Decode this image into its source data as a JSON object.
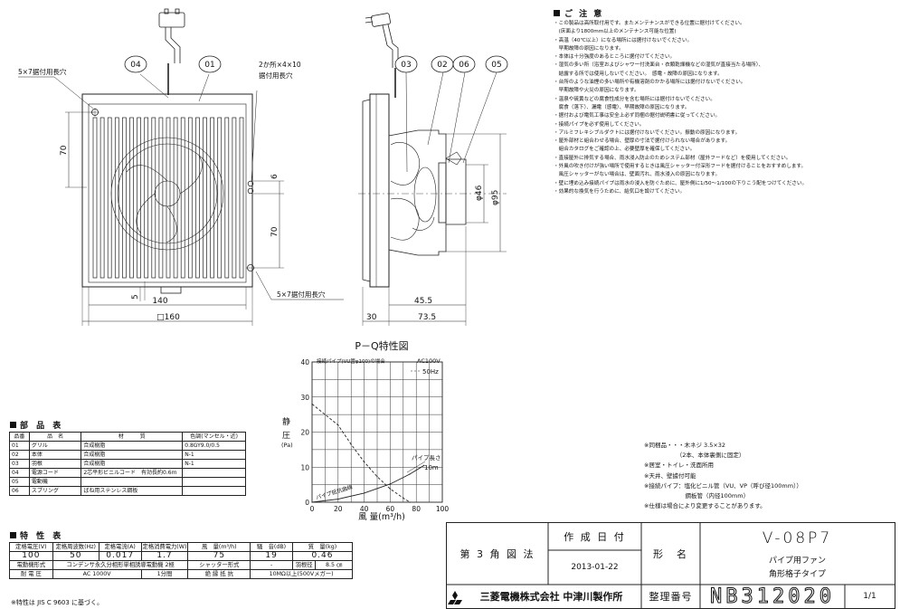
{
  "drawing": {
    "front": {
      "balloons": [
        "04",
        "01"
      ],
      "callout_left": "5×7据付用長穴",
      "callout_top_right": [
        "2か所×4×10",
        "据付用長穴"
      ],
      "callout_bottom_right": "5×7据付用長穴",
      "dims": {
        "h70_left": "70",
        "h6": "6",
        "h70_right": "70",
        "h5": "5",
        "w140": "140",
        "w160": "□160"
      }
    },
    "side": {
      "balloons": [
        "03",
        "02",
        "06",
        "05"
      ],
      "dims": {
        "phi46": "φ46",
        "phi95": "φ95",
        "d45_5": "45.5",
        "d30": "30",
        "d73_5": "73.5"
      }
    }
  },
  "notes": {
    "heading": "ご 注 意",
    "lines": [
      "・この製品は高所取付用です。またメンテナンスができる位置に据付けてください。",
      "　(床面より1800mm以上のメンテナンス可能な位置)",
      "・高温（40℃以上）になる場所には据付けないでください。",
      "　早期故障の原因になります。",
      "・本体は十分強度のあるところに据付けてください。",
      "・湿気の多い所（浴室およびシャワー付洗面台・衣類乾燥機などの湿気が直接当たる場所）、",
      "　結露する所では使用しないでください。　感電・故障の原因になります。",
      "・台所のような油煙の多い場所や有機溶剤のかかる場所には据付けないでください。",
      "　早期故障や火災の原因になります。",
      "・温泉や硫黄などの腐食性成分を含む場所には据付けないでください。",
      "　腐食（落下）、漏電（感電）、早期故障の原因になります。",
      "・据付および電気工事は安全上必ず同梱の据付説明書に従ってください。",
      "・接続パイプを必ず使用してください。",
      "・アルミフレキシブルダクトには据付けないでください。振動の原因になります。",
      "・屋外部材と組合わせる場合、壁厚の寸法で据付けられない場合があります。",
      "　組合カタログをご確認の上、必要壁厚を確保してください。",
      "・直接屋外に排気する場合、雨水浸入防止のためシステム部材（屋外フードなど）を使用してください。",
      "・外風の吹き付けが強い場所で使用するときは風圧シャッター付深形フードを据付けることをおすすめします。",
      "　風圧シャッターがない場合は、壁面汚れ、雨水浸入の原因になります。",
      "・壁に埋め込み接続パイプは雨水の浸入を防ぐために、屋外側に1/50～1/100の下りこう配をつけてください。",
      "・効果的な換気を行うために、給気口を設けてください。"
    ]
  },
  "pq_chart": {
    "title": "P－Q特性図",
    "condition": "接続パイプ(VU管φ100)の場合",
    "voltage": "AC100V",
    "legend": "50Hz",
    "annot_pipe": [
      "パイプ長さ",
      "10m"
    ],
    "annot_curve": "パイプ抵抗曲線",
    "ylabel": [
      "静",
      "圧",
      "(Pa)"
    ],
    "xlabel": "風 量(m³/h)"
  },
  "chart_data": {
    "type": "line",
    "title": "P－Q特性図",
    "xlabel": "風 量(m³/h)",
    "ylabel": "静圧(Pa)",
    "xlim": [
      0,
      100
    ],
    "ylim": [
      0,
      40
    ],
    "xticks": [
      "0",
      "20",
      "40",
      "60",
      "80",
      "100"
    ],
    "yticks": [
      "0",
      "10",
      "20",
      "30",
      "40"
    ],
    "grid": true,
    "series": [
      {
        "name": "50Hz",
        "x": [
          0,
          20,
          30,
          40,
          50,
          60,
          70,
          75
        ],
        "y": [
          28,
          22,
          16.5,
          11.5,
          7.3,
          3.8,
          1.2,
          0
        ]
      },
      {
        "name": "パイプ抵抗曲線",
        "x": [
          0,
          20,
          40,
          60,
          75,
          86
        ],
        "y": [
          0,
          0.9,
          2.6,
          5.2,
          8,
          10.5
        ]
      }
    ]
  },
  "parts_table": {
    "title": "部 品 表",
    "headers": [
      "品番",
      "品　名",
      "材　　　質",
      "色調(マンセル・近)"
    ],
    "rows": [
      [
        "01",
        "グリル",
        "合成樹脂",
        "0.8GY9.0/0.5"
      ],
      [
        "02",
        "本体",
        "合成樹脂",
        "N-1"
      ],
      [
        "03",
        "羽根",
        "合成樹脂",
        "N-1"
      ],
      [
        "04",
        "電源コード",
        "2芯平形ビニルコード　有効長約0.6m",
        ""
      ],
      [
        "05",
        "電動機",
        "",
        ""
      ],
      [
        "06",
        "スプリング",
        "ばね用ステンレス鋼板",
        ""
      ]
    ]
  },
  "spec_table": {
    "title": "特 性 表",
    "headers": [
      [
        "定格電圧",
        "(V)"
      ],
      [
        "定格周波数",
        "(Hz)"
      ],
      [
        "定格電流",
        "(A)"
      ],
      [
        "定格消費電力",
        "(W)"
      ],
      [
        "風　量",
        "(m³/h)"
      ],
      [
        "騒　音",
        "(dB)"
      ],
      [
        "質　量",
        "(kg)"
      ]
    ],
    "values": [
      "100",
      "50",
      "0.017",
      "1.7",
      "75",
      "19",
      "0.46"
    ],
    "row3": {
      "motor_label": "電動機形式",
      "motor": "コンデンサ永久分相形単相誘導電動機 2極",
      "shutter_label": "シャッター形式",
      "shutter": "-",
      "blade_label": "羽根径",
      "blade": "8.5 ㎝"
    },
    "row4": {
      "dv_label": "耐 電 圧",
      "dv": "AC 1000V",
      "min": "1分間",
      "ins_label": "絶 縁 抵 抗",
      "ins": "10MΩ以上(500Vメガー)"
    },
    "footnote": "※特性は JIS C 9603 に基づく。"
  },
  "misc_notes": [
    "※同梱品・・・木ネジ 3.5×32",
    "　　　　　　（2本、本体裏側に固定）",
    "※居室・トイレ・洗面所用",
    "※天井、壁據付可能",
    "※接続パイプ：塩化ビニル管（VU、VP（呼び径100mm））",
    "　　　　　　　鋼板管（内径100mm）",
    "※仕様は場合により変更することがあります。"
  ],
  "title_block": {
    "projection": "第 3 角 図 法",
    "date_label": "作 成 日 付",
    "date": "2013-01-22",
    "model_label": "形　名",
    "model": "V-08P7",
    "desc1": "パイプ用ファン",
    "desc2": "角形格子タイプ",
    "company": "三菱電機株式会社 中津川製作所",
    "ctrl_label": "整理番号",
    "ctrl_no": "NB312020",
    "page": "1/1"
  }
}
